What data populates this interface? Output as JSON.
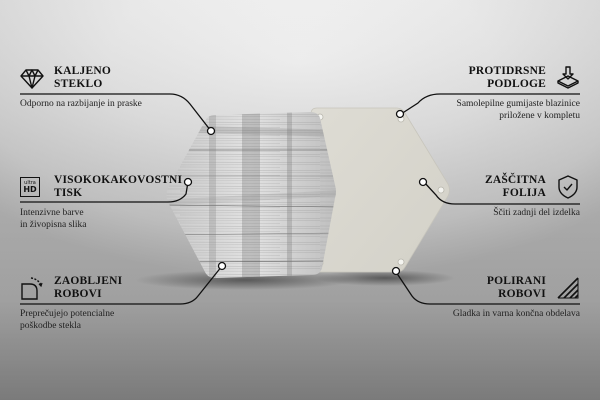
{
  "features": {
    "left": [
      {
        "icon": "diamond-icon",
        "title_line1": "KALJENO",
        "title_line2": "STEKLO",
        "desc_line1": "Odporno na razbijanje in praske",
        "desc_line2": ""
      },
      {
        "icon": "ultra-hd-icon",
        "icon_text_top": "ultra",
        "icon_text_bottom": "HD",
        "title_line1": "VISOKOKAKOVOSTNI",
        "title_line2": "TISK",
        "desc_line1": "Intenzivne barve",
        "desc_line2": "in živopisna slika"
      },
      {
        "icon": "rounded-corner-icon",
        "title_line1": "ZAOBLJENI",
        "title_line2": "ROBOVI",
        "desc_line1": "Preprečujejo potencialne",
        "desc_line2": "poškodbe stekla"
      }
    ],
    "right": [
      {
        "icon": "pad-press-icon",
        "title_line1": "PROTIDRSNE",
        "title_line2": "PODLOGE",
        "desc_line1": "Samolepilne gumijaste blazinice",
        "desc_line2": "priložene v kompletu"
      },
      {
        "icon": "shield-check-icon",
        "title_line1": "ZAŠČITNA",
        "title_line2": "FOLIJA",
        "desc_line1": "Ščiti zadnji del izdelka",
        "desc_line2": ""
      },
      {
        "icon": "polished-edge-icon",
        "title_line1": "POLIRANI",
        "title_line2": "ROBOVI",
        "desc_line1": "Gladka in varna končna obdelava",
        "desc_line2": ""
      }
    ]
  },
  "product": {
    "front_label": "wood-texture-hexagon-coaster",
    "back_label": "hexagon-backing-plate",
    "back_color": "#d9d8d0",
    "line_color": "#111111"
  }
}
